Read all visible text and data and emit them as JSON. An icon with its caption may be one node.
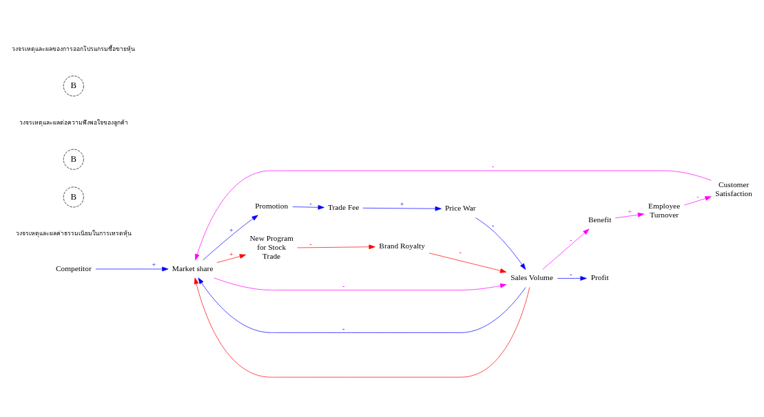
{
  "diagram": {
    "nodes": [
      {
        "text": [
          "Competitor"
        ]
      },
      {
        "text": [
          "Promotion"
        ]
      },
      {
        "text": [
          "Customer Satisfaction"
        ]
      },
      {
        "text": [
          "Trade Fee"
        ]
      },
      {
        "text": [
          "Market share"
        ]
      },
      {
        "text": [
          "Employee Turnover"
        ]
      },
      {
        "text": [
          "New Program for Stock Trade"
        ]
      },
      {
        "text": [
          "Price War"
        ]
      },
      {
        "text": [
          "Sales Volume"
        ]
      },
      {
        "text": [
          "Benefit"
        ]
      },
      {
        "text": [
          "Profit"
        ]
      },
      {
        "text": [
          "Brand Royalty"
        ]
      }
    ],
    "edges": [
      {
        "from": 0,
        "to": 4,
        "arrow": "to",
        "label": "+"
      },
      {
        "from": 4,
        "to": 1,
        "arrow": "to",
        "label": "+"
      },
      {
        "from": 1,
        "to": 3,
        "arrow": "to",
        "label": "-"
      },
      {
        "from": 3,
        "to": 7,
        "arrow": "to",
        "label": "+"
      },
      {
        "from": 7,
        "to": 8,
        "arrow": "to",
        "label": "-"
      },
      {
        "from": 8,
        "to": 4,
        "arrow": "to",
        "label": "-"
      },
      {
        "from": 8,
        "to": 10,
        "arrow": "to",
        "label": "-"
      },
      {
        "from": 2,
        "to": 4,
        "arrow": "to",
        "label": "-",
        "color": "#ff00ff"
      },
      {
        "from": 4,
        "to": 8,
        "arrow": "to",
        "label": "-",
        "color": "#ff00ff"
      },
      {
        "from": 8,
        "to": 9,
        "arrow": "to",
        "label": "-",
        "color": "#ff00ff"
      },
      {
        "from": 9,
        "to": 5,
        "arrow": "to",
        "label": "+",
        "color": "#ff00ff"
      },
      {
        "from": 5,
        "to": 2,
        "arrow": "to",
        "label": "-",
        "color": "#ff00ff"
      },
      {
        "from": 4,
        "to": 6,
        "arrow": "to",
        "label": "+",
        "color": "#ff0000"
      },
      {
        "from": 6,
        "to": 11,
        "arrow": "to",
        "label": "-",
        "color": "#ff0000"
      },
      {
        "from": 11,
        "to": 8,
        "arrow": "to",
        "label": "-",
        "color": "#ff0000"
      },
      {
        "from": 8,
        "to": 4,
        "arrow": "to",
        "color": "#ff0000"
      }
    ],
    "labels": [
      "วงจรเหตุและผลค่าธรรมเนียมในการเทรดหุ้น",
      "B",
      "B",
      "วงจรเหตุและผลต่อความพึงพอใจของลูกค้า",
      "B",
      "วงจรเหตุและผลของการออกโปรแกรมซื้อขายหุ้น"
    ]
  }
}
